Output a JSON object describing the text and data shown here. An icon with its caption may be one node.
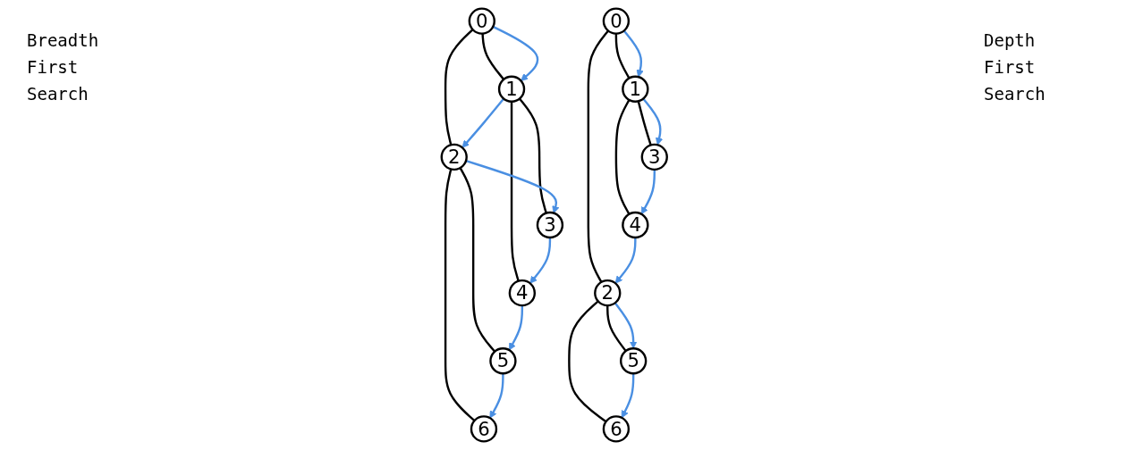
{
  "diagram": {
    "nodes": [
      {
        "text": [
          "0"
        ]
      },
      {
        "text": [
          "1"
        ]
      },
      {
        "text": [
          "2"
        ]
      },
      {
        "text": [
          "3"
        ]
      },
      {
        "text": [
          "4"
        ]
      },
      {
        "text": [
          "5"
        ]
      },
      {
        "text": [
          "6"
        ]
      },
      {
        "text": [
          "0"
        ]
      },
      {
        "text": [
          "1"
        ]
      },
      {
        "text": [
          "2"
        ]
      },
      {
        "text": [
          "3"
        ]
      },
      {
        "text": [
          "4"
        ]
      },
      {
        "text": [
          "5"
        ]
      },
      {
        "text": [
          "6"
        ]
      }
    ],
    "edges": [
      {
        "from": 0,
        "to": 1,
        "arrow": "none"
      },
      {
        "from": 0,
        "to": 2,
        "arrow": "none"
      },
      {
        "from": 1,
        "to": 3,
        "arrow": "none"
      },
      {
        "from": 1,
        "to": 4,
        "arrow": "none"
      },
      {
        "from": 2,
        "to": 5,
        "arrow": "none"
      },
      {
        "from": 2,
        "to": 6,
        "arrow": "none"
      },
      {
        "from": 0,
        "to": 1,
        "arrow": "to",
        "color": "#4a8fe2"
      },
      {
        "from": 1,
        "to": 2,
        "arrow": "to",
        "color": "#4a8fe2"
      },
      {
        "from": 2,
        "to": 3,
        "arrow": "to",
        "color": "#4a8fe2"
      },
      {
        "from": 3,
        "to": 4,
        "arrow": "to",
        "color": "#4a8fe2"
      },
      {
        "from": 4,
        "to": 5,
        "arrow": "to",
        "color": "#4a8fe2"
      },
      {
        "from": 5,
        "to": 6,
        "arrow": "to",
        "color": "#4a8fe2"
      },
      {
        "from": 7,
        "to": 8,
        "arrow": "none"
      },
      {
        "from": 7,
        "to": 9,
        "arrow": "none"
      },
      {
        "from": 8,
        "to": 10,
        "arrow": "none"
      },
      {
        "from": 8,
        "to": 11,
        "arrow": "none"
      },
      {
        "from": 9,
        "to": 12,
        "arrow": "none"
      },
      {
        "from": 9,
        "to": 13,
        "arrow": "none"
      },
      {
        "from": 7,
        "to": 8,
        "arrow": "to",
        "color": "#4a8fe2"
      },
      {
        "from": 8,
        "to": 10,
        "arrow": "to",
        "color": "#4a8fe2"
      },
      {
        "from": 10,
        "to": 11,
        "arrow": "to",
        "color": "#4a8fe2"
      },
      {
        "from": 11,
        "to": 9,
        "arrow": "to",
        "color": "#4a8fe2"
      },
      {
        "from": 9,
        "to": 12,
        "arrow": "to",
        "color": "#4a8fe2"
      },
      {
        "from": 12,
        "to": 13,
        "arrow": "to",
        "color": "#4a8fe2"
      }
    ],
    "labels": [
      "Breadth First Search",
      "Depth First Search"
    ]
  }
}
